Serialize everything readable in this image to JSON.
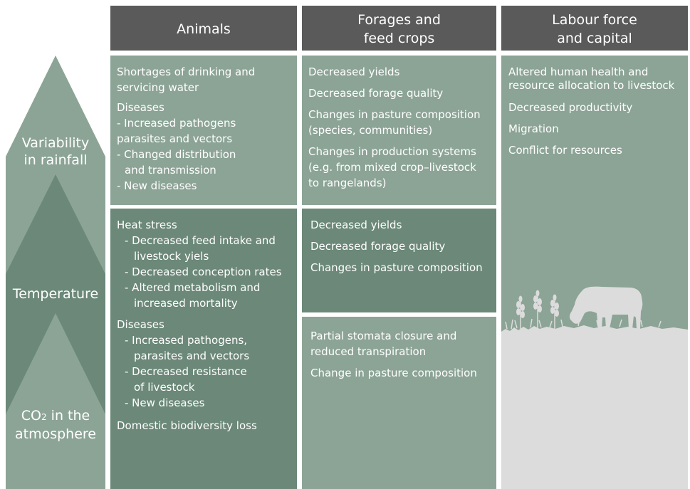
{
  "headers": {
    "animals": "Animals",
    "forages": "Forages and\nfeed crops",
    "labour": "Labour force\nand capital"
  },
  "drivers": {
    "rainfall": "Variability\nin rainfall",
    "temperature": "Temperature",
    "co2_main": "CO",
    "co2_sub": "2",
    "co2_rest": " in the",
    "co2_line2": "atmosphere"
  },
  "animals_rainfall": {
    "line1": "Shortages of drinking and",
    "line2": "servicing water",
    "diseases": "Diseases",
    "d1a": "- Increased pathogens",
    "d1b": "parasites and vectors",
    "d2a": "- Changed distribution",
    "d2b": "and transmission",
    "d3": "- New diseases"
  },
  "animals_temperature": {
    "heat": "Heat stress",
    "h1a": "- Decreased feed intake and",
    "h1b": "livestock yiels",
    "h2": "- Decreased conception rates",
    "h3a": "- Altered metabolism and",
    "h3b": "increased mortality",
    "diseases": "Diseases",
    "d1a": "- Increased pathogens,",
    "d1b": "parasites and vectors",
    "d2a": "- Decreased resistance",
    "d2b": "of livestock",
    "d3": "- New diseases",
    "bio": "Domestic biodiversity loss"
  },
  "forages_rainfall": {
    "i1": "Decreased yields",
    "i2": "Decreased forage quality",
    "i3a": "Changes in pasture composition",
    "i3b": "(species, communities)",
    "i4a": "Changes in production systems",
    "i4b": "(e.g. from mixed crop–livestock",
    "i4c": "to rangelands)"
  },
  "forages_temperature": {
    "i1": "Decreased yields",
    "i2": "Decreased forage quality",
    "i3": "Changes in pasture composition"
  },
  "forages_co2": {
    "i1a": "Partial stomata closure and",
    "i1b": "reduced transpiration",
    "i2": "Change in pasture composition"
  },
  "labour": {
    "i1a": "Altered human health and",
    "i1b": "resource allocation to livestock",
    "i2": "Decreased productivity",
    "i3": "Migration",
    "i4": "Conflict for resources"
  },
  "colors": {
    "header": "#5a5a5a",
    "light": "#8ca496",
    "dark": "#6b8878",
    "ground": "#dcdcdc"
  },
  "icons": [
    "cow-grazing-icon",
    "wheat-icon"
  ]
}
